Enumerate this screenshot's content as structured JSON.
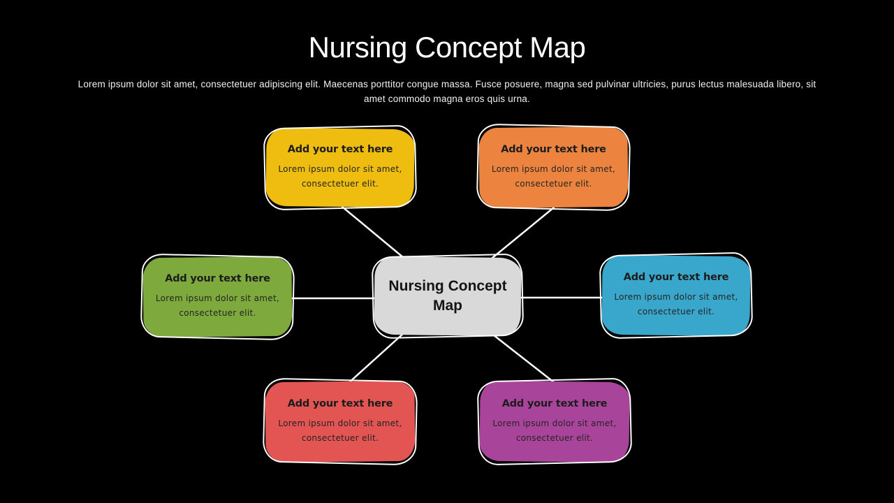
{
  "slide": {
    "title": "Nursing Concept Map",
    "subtitle": "Lorem ipsum dolor sit amet, consectetuer adipiscing elit. Maecenas porttitor congue massa. Fusce posuere, magna sed pulvinar ultricies, purus lectus malesuada libero, sit amet commodo magna eros quis urna.",
    "background_color": "#000000",
    "title_color": "#FFFFFF"
  },
  "diagram": {
    "center": {
      "label": "Nursing Concept Map",
      "fill": "#D9D9D9",
      "text_color": "#141414"
    },
    "connector_color": "#FFFFFF",
    "nodes": [
      {
        "id": "top-left",
        "title": "Add your text here",
        "body": "Lorem ipsum dolor sit amet, consectetuer elit.",
        "fill": "#EFBC10"
      },
      {
        "id": "top-right",
        "title": "Add your text here",
        "body": "Lorem ipsum dolor sit amet, consectetuer elit.",
        "fill": "#EC8440"
      },
      {
        "id": "middle-left",
        "title": "Add your text here",
        "body": "Lorem ipsum dolor sit amet, consectetuer elit.",
        "fill": "#7DA93D"
      },
      {
        "id": "middle-right",
        "title": "Add your text here",
        "body": "Lorem ipsum dolor sit amet, consectetuer elit.",
        "fill": "#39A7CB"
      },
      {
        "id": "bottom-left",
        "title": "Add your text here",
        "body": "Lorem ipsum dolor sit amet, consectetuer elit.",
        "fill": "#E25553"
      },
      {
        "id": "bottom-right",
        "title": "Add your text here",
        "body": "Lorem ipsum dolor sit amet, consectetuer elit.",
        "fill": "#A8459A"
      }
    ]
  }
}
